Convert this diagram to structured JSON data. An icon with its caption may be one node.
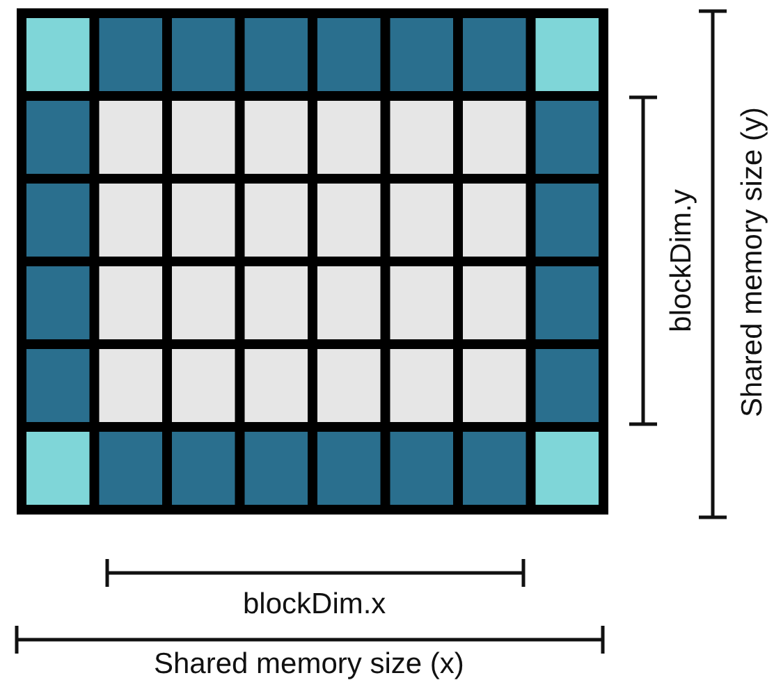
{
  "diagram": {
    "labels": [
      "blockDim.y",
      "Shared memory size (y)",
      "blockDim.x",
      "Shared memory size (x)"
    ]
  }
}
